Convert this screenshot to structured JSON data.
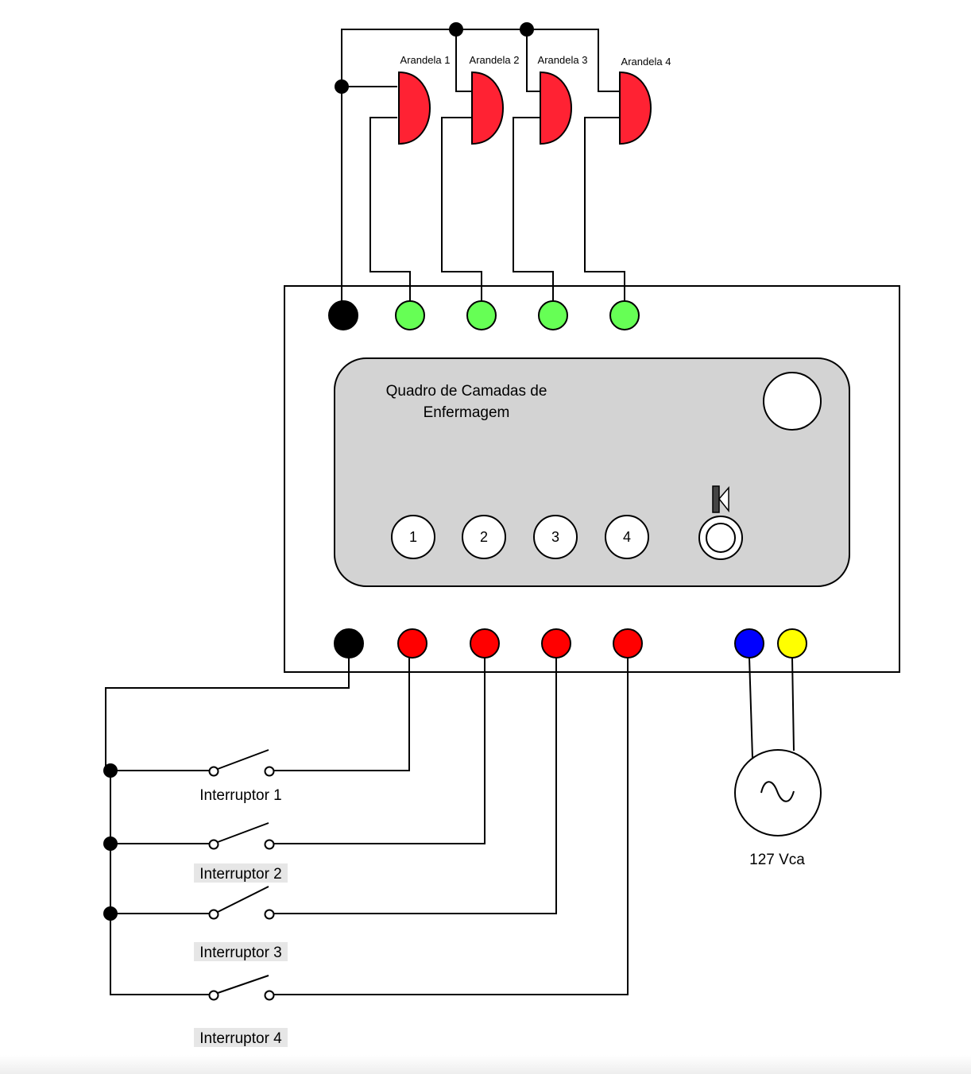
{
  "lamps": [
    {
      "label": "Arandela 1"
    },
    {
      "label": "Arandela 2"
    },
    {
      "label": "Arandela 3"
    },
    {
      "label": "Arandela 4"
    }
  ],
  "panel": {
    "title_line1": "Quadro de Camadas de",
    "title_line2": "Enfermagem",
    "buttons": [
      "1",
      "2",
      "3",
      "4"
    ]
  },
  "switches": [
    {
      "label": "Interruptor 1"
    },
    {
      "label": "Interruptor 2"
    },
    {
      "label": "Interruptor 3"
    },
    {
      "label": "Interruptor 4"
    }
  ],
  "source": {
    "label": "127 Vca"
  },
  "colors": {
    "lamp": "#ff2233",
    "terminal_top": "#66ff55",
    "terminal_bottom": "#ff0000",
    "terminal_common": "#000000",
    "terminal_neutral": "#0000ff",
    "terminal_phase": "#ffff00",
    "panel_face": "#d3d3d3",
    "switch_label_bg": "#e6e6e6"
  }
}
